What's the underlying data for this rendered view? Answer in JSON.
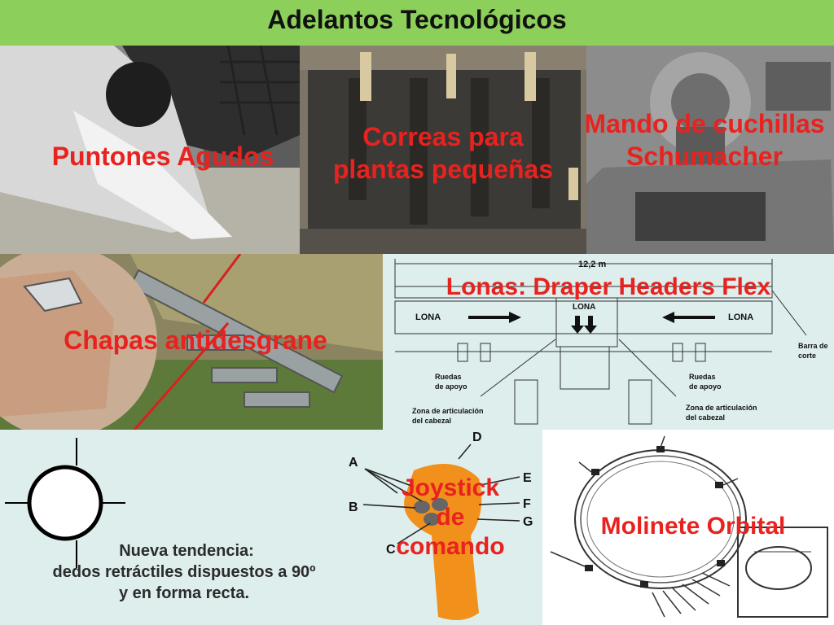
{
  "title": "Adelantos Tecnológicos",
  "panels": {
    "puntones": {
      "label": "Puntones Agudos"
    },
    "correas": {
      "label_line1": "Correas para",
      "label_line2": "plantas pequeñas"
    },
    "mando": {
      "label_line1": "Mando de cuchillas",
      "label_line2": "Schumacher"
    },
    "chapas": {
      "label": "Chapas antidesgrane"
    },
    "lonas": {
      "label": "Lonas: Draper Headers Flex",
      "diagram": {
        "width": "12,2 m",
        "lona_left": "LONA",
        "lona_center": "LONA",
        "lona_right": "LONA",
        "barra_1": "Barra de",
        "barra_2": "corte",
        "ruedas_left_1": "Ruedas",
        "ruedas_left_2": "de apoyo",
        "ruedas_right_1": "Ruedas",
        "ruedas_right_2": "de apoyo",
        "zona_left_1": "Zona de articulación",
        "zona_left_2": "del cabezal",
        "zona_right_1": "Zona de articulación",
        "zona_right_2": "del cabezal"
      }
    },
    "dedos": {
      "line1": "Nueva tendencia:",
      "line2": "dedos retráctiles dispuestos a 90º",
      "line3": "y en forma recta."
    },
    "joystick": {
      "label_line1": "Joystick",
      "label_line2": "de",
      "label_line3": "comando",
      "letters": [
        "A",
        "B",
        "C",
        "D",
        "E",
        "F",
        "G"
      ]
    },
    "molinete": {
      "label": "Molinete Orbital"
    }
  },
  "colors": {
    "title_bar": "#8ccf5a",
    "label": "#e8221e",
    "diagram_bg": "#ddeeed"
  }
}
